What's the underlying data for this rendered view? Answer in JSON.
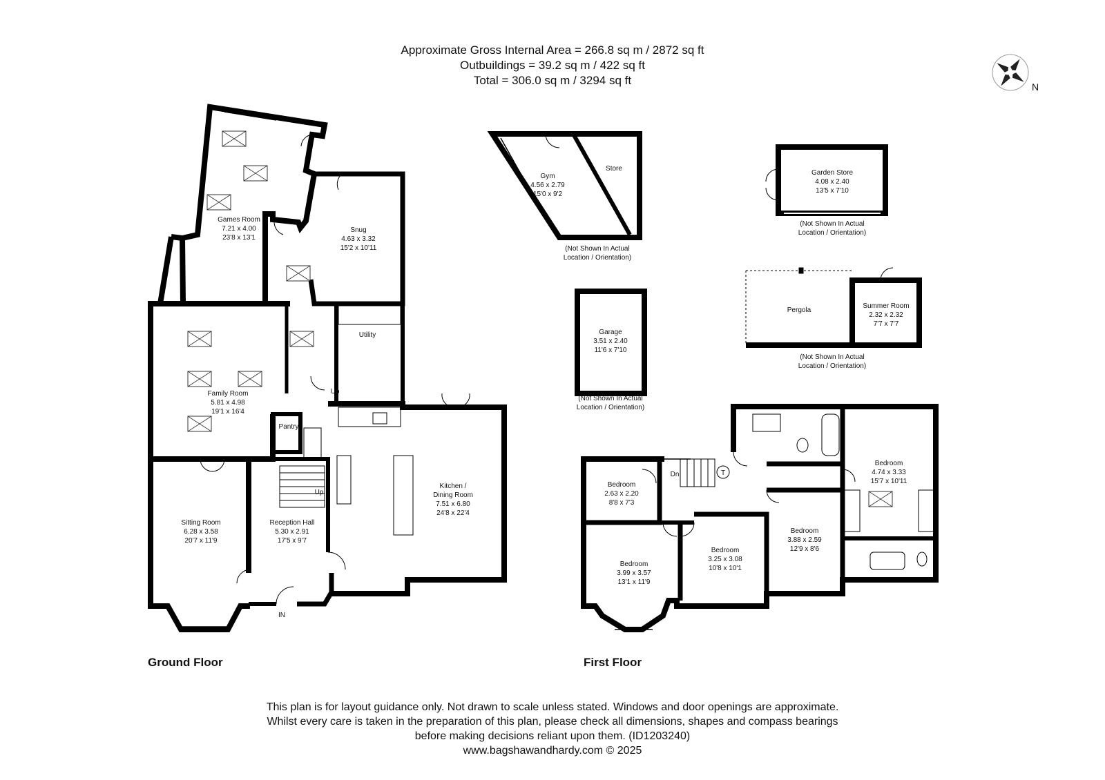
{
  "header": {
    "line1": "Approximate Gross Internal Area = 266.8 sq m / 2872 sq ft",
    "line2": "Outbuildings = 39.2 sq m / 422 sq ft",
    "line3": "Total = 306.0 sq m / 3294 sq ft"
  },
  "compass": {
    "label": "N",
    "icon": "compass-rose-icon"
  },
  "floors": {
    "ground": "Ground Floor",
    "first": "First Floor"
  },
  "rooms": {
    "games": {
      "name": "Games Room",
      "metric": "7.21 x 4.00",
      "imperial": "23'8 x 13'1"
    },
    "snug": {
      "name": "Snug",
      "metric": "4.63 x 3.32",
      "imperial": "15'2 x 10'11"
    },
    "utility": {
      "name": "Utility"
    },
    "family": {
      "name": "Family Room",
      "metric": "5.81 x 4.98",
      "imperial": "19'1 x 16'4"
    },
    "pantry": {
      "name": "Pantry"
    },
    "kitchen": {
      "name": "Kitchen /",
      "name2": "Dining Room",
      "metric": "7.51 x 6.80",
      "imperial": "24'8 x 22'4"
    },
    "sitting": {
      "name": "Sitting Room",
      "metric": "6.28 x 3.58",
      "imperial": "20'7 x 11'9"
    },
    "reception": {
      "name": "Reception Hall",
      "metric": "5.30 x 2.91",
      "imperial": "17'5 x 9'7"
    },
    "gym": {
      "name": "Gym",
      "metric": "4.56 x 2.79",
      "imperial": "15'0 x 9'2"
    },
    "store": {
      "name": "Store"
    },
    "garden_store": {
      "name": "Garden Store",
      "metric": "4.08 x 2.40",
      "imperial": "13'5 x 7'10"
    },
    "garage": {
      "name": "Garage",
      "metric": "3.51 x 2.40",
      "imperial": "11'6 x 7'10"
    },
    "pergola": {
      "name": "Pergola"
    },
    "summer": {
      "name": "Summer Room",
      "metric": "2.32 x 2.32",
      "imperial": "7'7 x 7'7"
    },
    "bed_small": {
      "name": "Bedroom",
      "metric": "2.63 x 2.20",
      "imperial": "8'8 x 7'3"
    },
    "bed_master": {
      "name": "Bedroom",
      "metric": "4.74 x 3.33",
      "imperial": "15'7 x 10'11"
    },
    "bed_front_left": {
      "name": "Bedroom",
      "metric": "3.99 x 3.57",
      "imperial": "13'1 x 11'9"
    },
    "bed_mid": {
      "name": "Bedroom",
      "metric": "3.25 x 3.08",
      "imperial": "10'8 x 10'1"
    },
    "bed_right": {
      "name": "Bedroom",
      "metric": "3.88 x 2.59",
      "imperial": "12'9 x 8'6"
    }
  },
  "markers": {
    "up": "Up",
    "dn": "Dn",
    "in": "IN",
    "tank": "T"
  },
  "notes": {
    "line1": "(Not Shown In Actual",
    "line2": "Location / Orientation)"
  },
  "disclaimer": {
    "line1": "This plan is for layout guidance only. Not drawn to scale unless stated. Windows and door openings are approximate.",
    "line2": "Whilst every care is taken in the preparation of this plan, please check all dimensions, shapes and compass bearings",
    "line3": "before making decisions reliant upon them. (ID1203240)",
    "line4": "www.bagshawandhardy.com © 2025"
  }
}
